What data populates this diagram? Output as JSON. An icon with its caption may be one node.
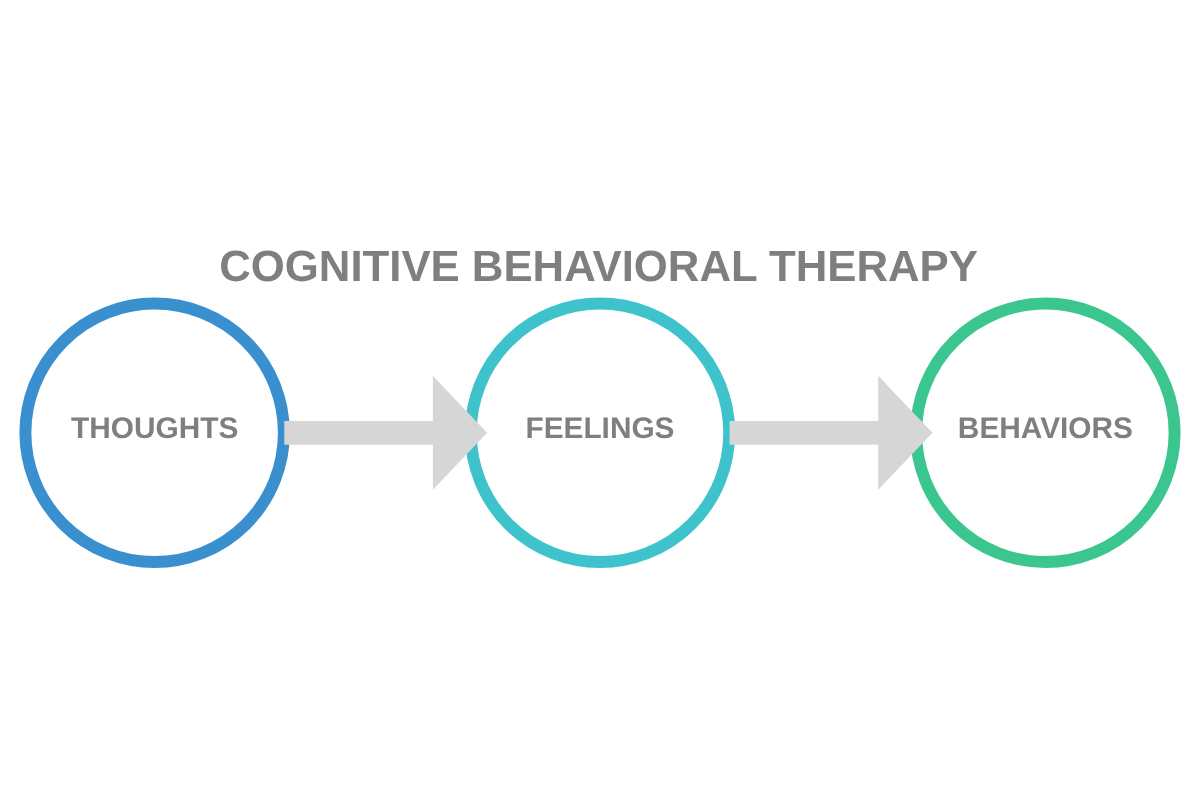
{
  "diagram": {
    "title": "COGNITIVE BEHAVIORAL THERAPY",
    "nodes": [
      {
        "text": [
          "THOUGHTS"
        ]
      },
      {
        "text": [
          "FEELINGS"
        ]
      },
      {
        "text": [
          "BEHAVIORS"
        ]
      }
    ],
    "edges": [
      {
        "from": 0,
        "to": 1,
        "arrow": "to"
      },
      {
        "from": 1,
        "to": 2,
        "arrow": "to"
      }
    ]
  }
}
